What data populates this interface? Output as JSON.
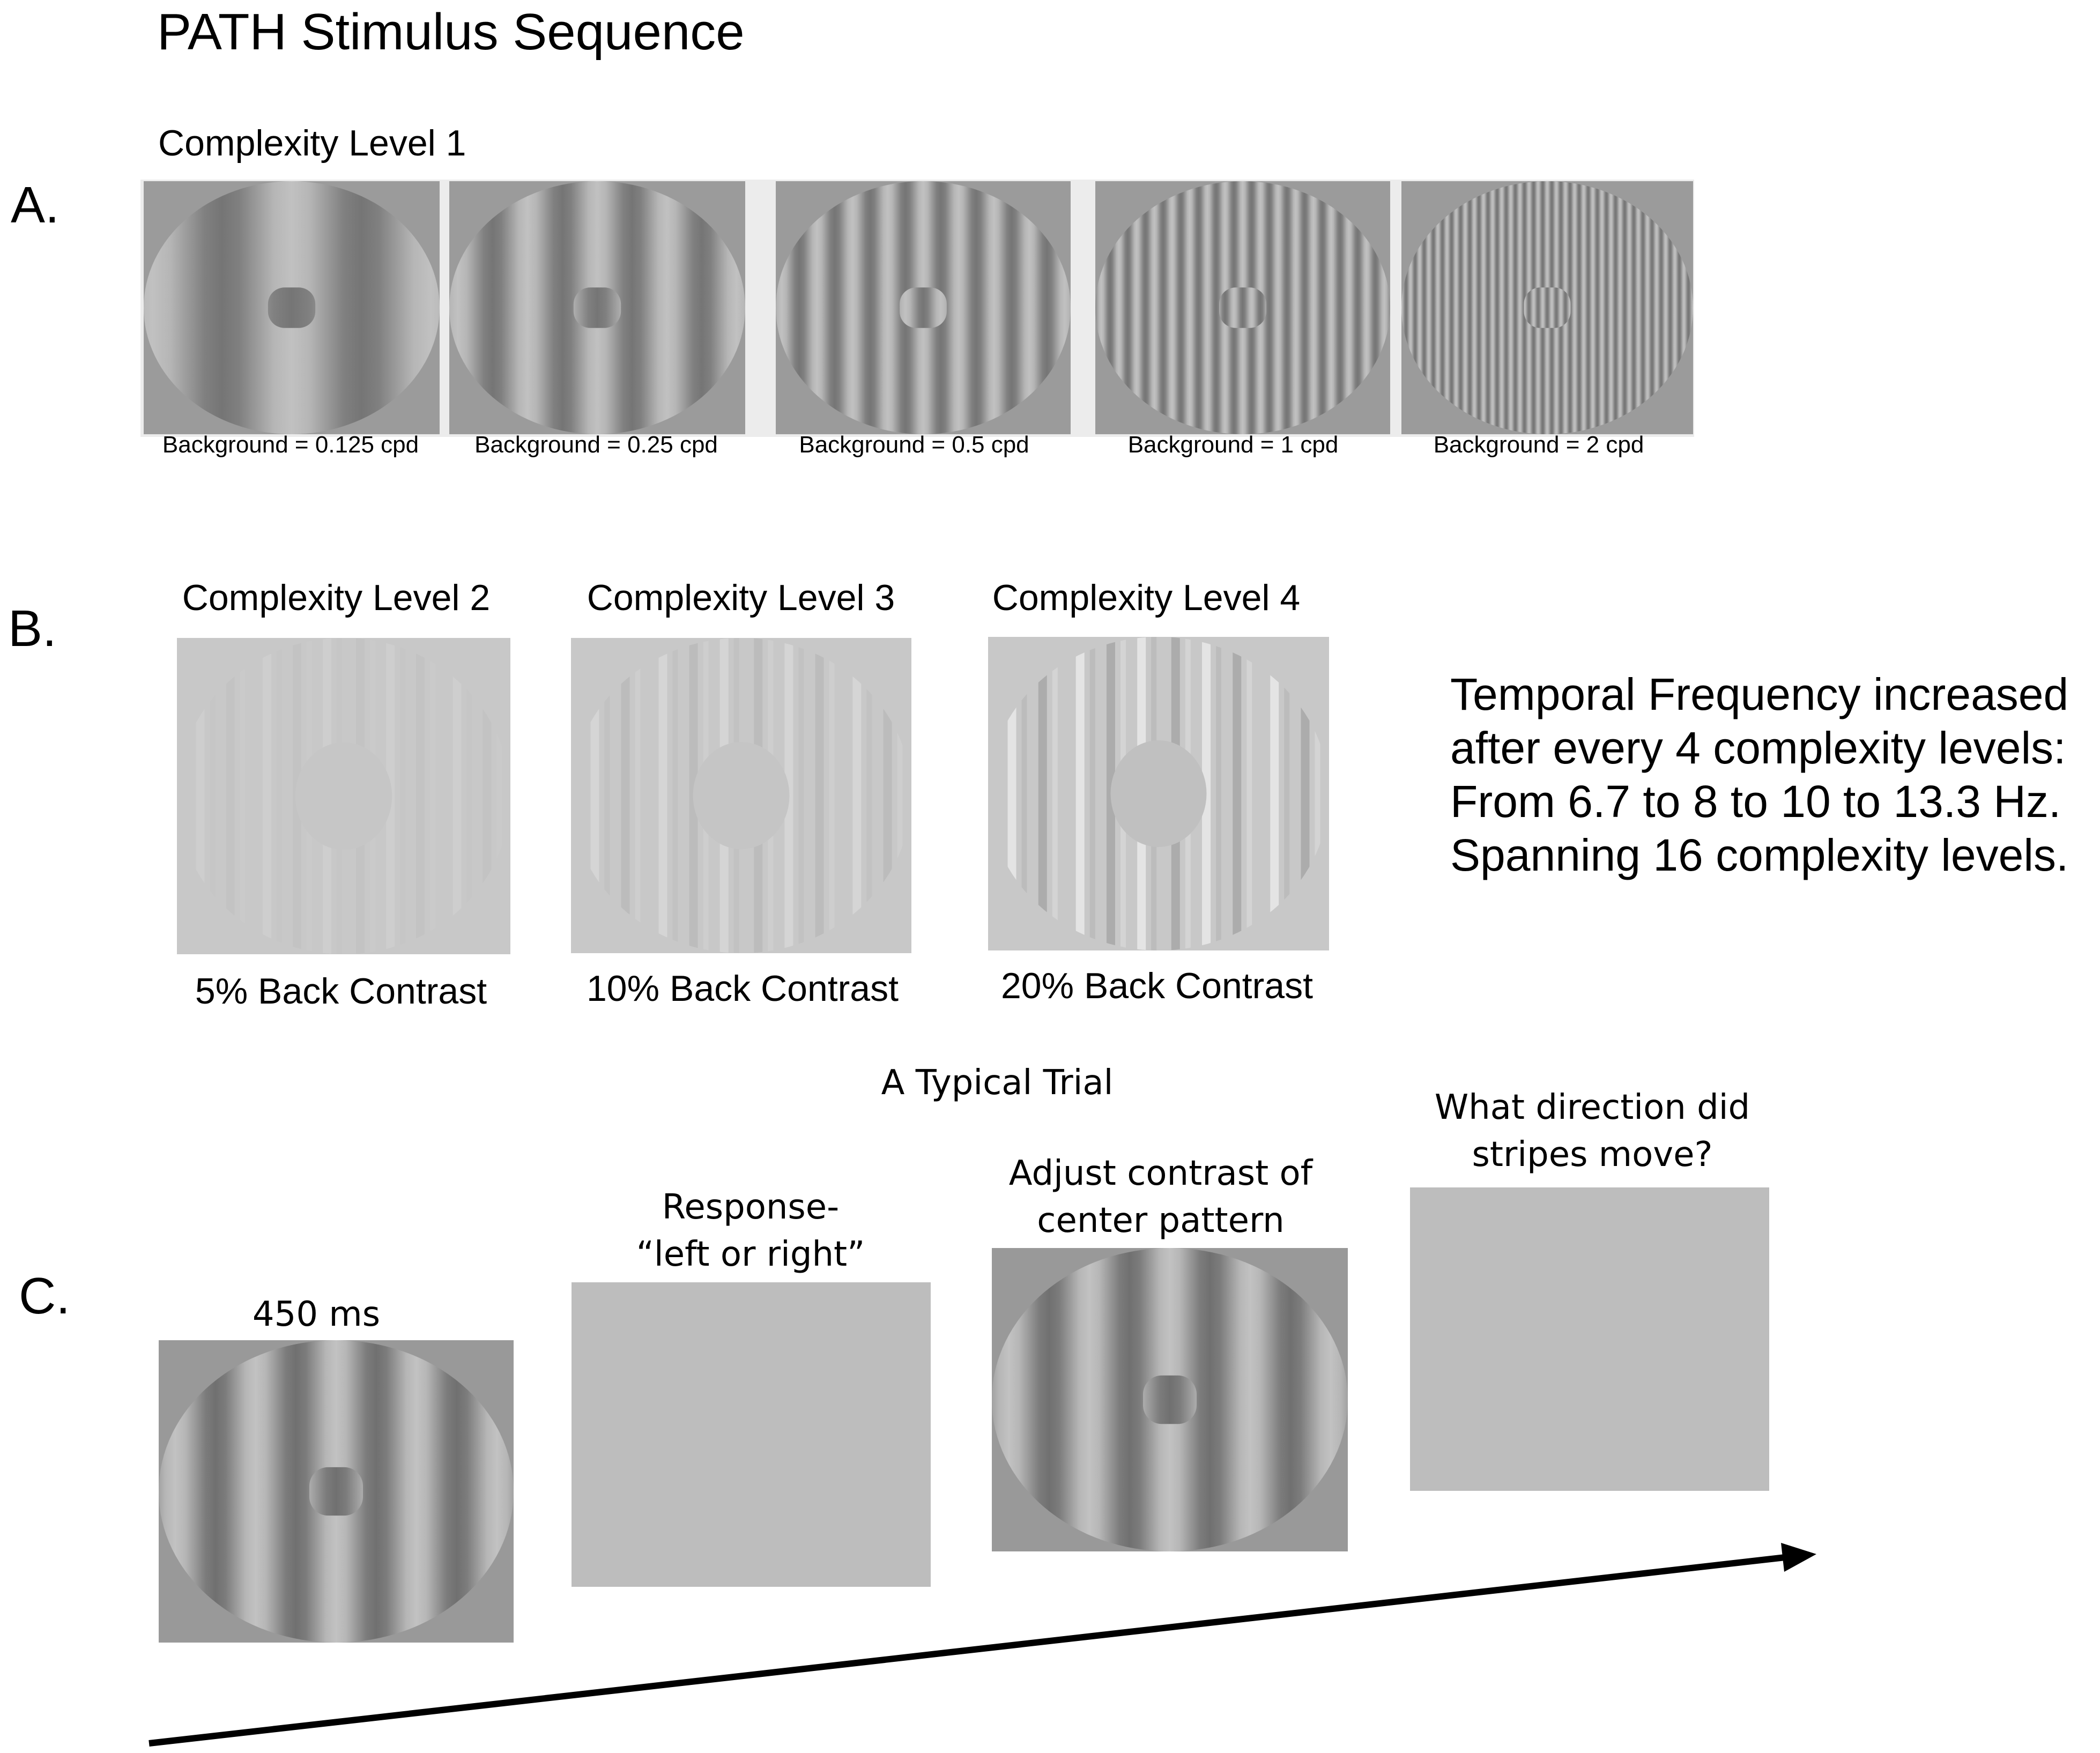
{
  "title": "PATH Stimulus Sequence",
  "sections": {
    "a_letter": "A.",
    "b_letter": "B.",
    "c_letter": "C."
  },
  "section_a": {
    "heading": "Complexity Level 1",
    "panels": [
      {
        "label": "Background = 0.125 cpd",
        "cpd": 0.125
      },
      {
        "label": "Background = 0.25 cpd",
        "cpd": 0.25
      },
      {
        "label": "Background = 0.5 cpd",
        "cpd": 0.5
      },
      {
        "label": "Background = 1 cpd",
        "cpd": 1
      },
      {
        "label": "Background = 2 cpd",
        "cpd": 2
      }
    ]
  },
  "section_b": {
    "panels": [
      {
        "heading": "Complexity Level 2",
        "caption": "5% Back Contrast",
        "contrast": 0.05
      },
      {
        "heading": "Complexity Level 3",
        "caption": "10% Back Contrast",
        "contrast": 0.1
      },
      {
        "heading": "Complexity Level 4",
        "caption": "20% Back Contrast",
        "contrast": 0.2
      }
    ],
    "note_lines": [
      "Temporal Frequency increased",
      "after every 4 complexity levels:",
      "From 6.7 to 8 to 10 to 13.3 Hz.",
      "Spanning 16 complexity levels."
    ]
  },
  "section_c": {
    "heading": "A Typical Trial",
    "steps": [
      {
        "label_lines": [
          "450 ms"
        ]
      },
      {
        "label_lines": [
          "Response-",
          "“left or right”"
        ]
      },
      {
        "label_lines": [
          "Adjust contrast of",
          "center pattern"
        ]
      },
      {
        "label_lines": [
          "What direction did",
          "stripes move?"
        ]
      }
    ]
  },
  "colors": {
    "stimulus_gray": "#9a9a9a",
    "blank_gray": "#bdbdbd",
    "low_contrast_gray": "#c8c8c8",
    "arrow": "#000000"
  }
}
